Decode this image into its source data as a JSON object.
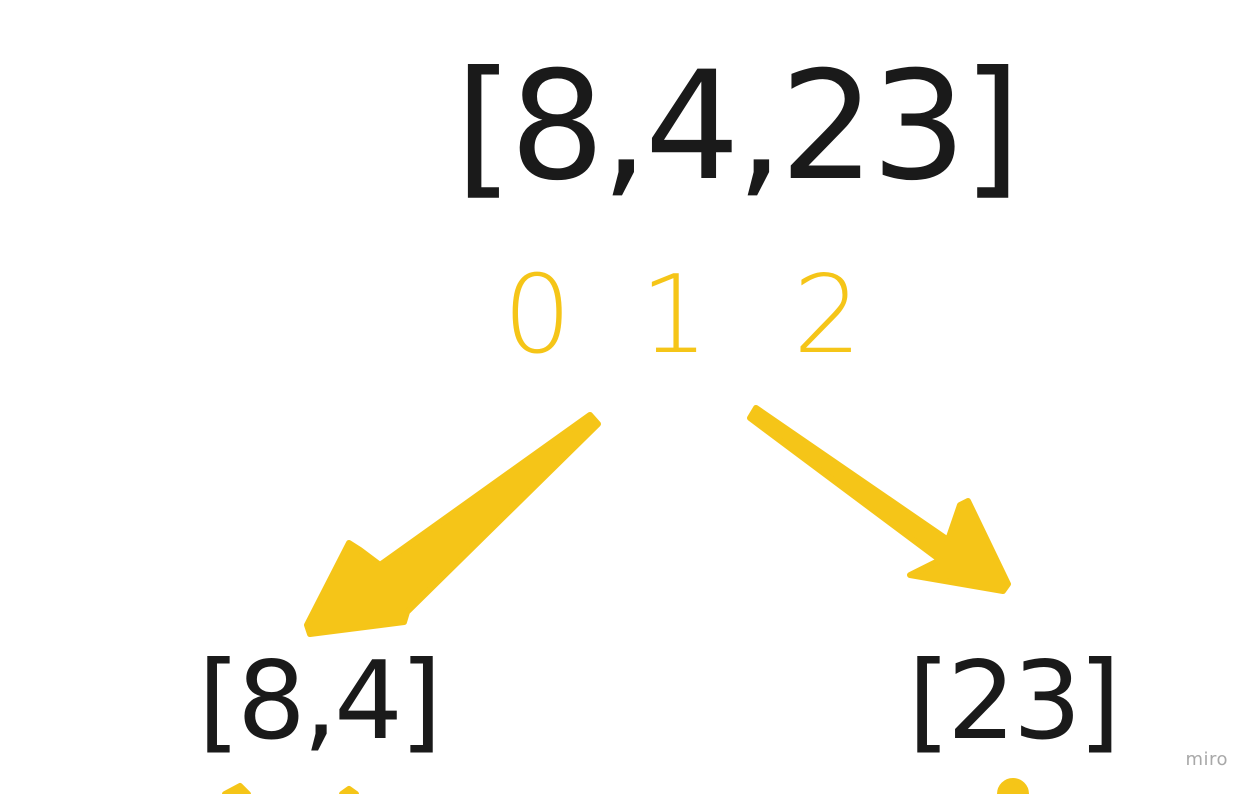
{
  "colors": {
    "text": "#1a1a1a",
    "accent": "#f5c518",
    "watermark": "#a8a8a8"
  },
  "root_array": "[8,4,23]",
  "indices": [
    "0",
    "1",
    "2"
  ],
  "children": {
    "left": "[8,4]",
    "right": "[23]"
  },
  "watermark": "miro"
}
